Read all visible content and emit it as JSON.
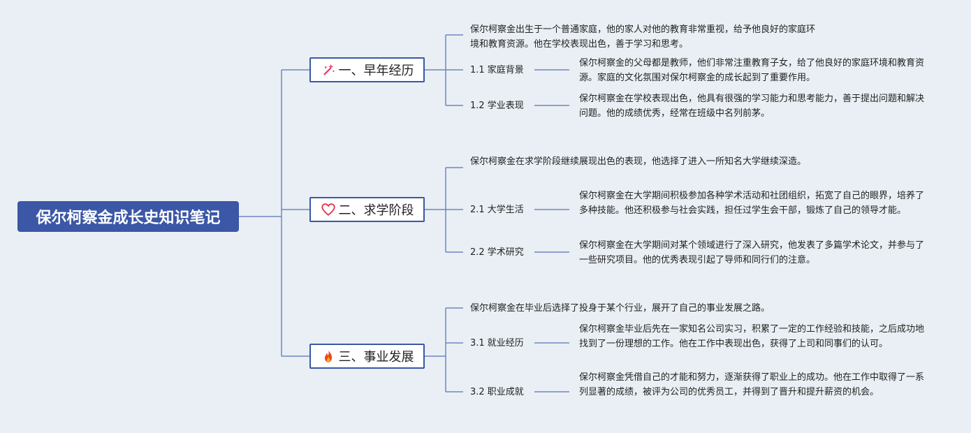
{
  "root": {
    "title": "保尔柯察金成长史知识笔记"
  },
  "branches": [
    {
      "title": "一、早年经历",
      "icon": "magic-wand-icon",
      "intro": "保尔柯察金出生于一个普通家庭，他的家人对他的教育非常重视，给予他良好的家庭环境和教育资源。他在学校表现出色，善于学习和思考。",
      "subs": [
        {
          "label": "1.1 家庭背景",
          "detail": "保尔柯察金的父母都是教师，他们非常注重教育子女，给了他良好的家庭环境和教育资源。家庭的文化氛围对保尔柯察金的成长起到了重要作用。"
        },
        {
          "label": "1.2 学业表现",
          "detail": "保尔柯察金在学校表现出色，他具有很强的学习能力和思考能力，善于提出问题和解决问题。他的成绩优秀，经常在班级中名列前茅。"
        }
      ]
    },
    {
      "title": "二、求学阶段",
      "icon": "heart-icon",
      "intro": "保尔柯察金在求学阶段继续展现出色的表现，他选择了进入一所知名大学继续深造。",
      "subs": [
        {
          "label": "2.1 大学生活",
          "detail": "保尔柯察金在大学期间积极参加各种学术活动和社团组织，拓宽了自己的眼界，培养了多种技能。他还积极参与社会实践，担任过学生会干部，锻炼了自己的领导才能。"
        },
        {
          "label": "2.2 学术研究",
          "detail": "保尔柯察金在大学期间对某个领域进行了深入研究，他发表了多篇学术论文，并参与了一些研究项目。他的优秀表现引起了导师和同行们的注意。"
        }
      ]
    },
    {
      "title": "三、事业发展",
      "icon": "fire-icon",
      "intro": "保尔柯察金在毕业后选择了投身于某个行业，展开了自己的事业发展之路。",
      "subs": [
        {
          "label": "3.1 就业经历",
          "detail": "保尔柯察金毕业后先在一家知名公司实习，积累了一定的工作经验和技能，之后成功地找到了一份理想的工作。他在工作中表现出色，获得了上司和同事们的认可。"
        },
        {
          "label": "3.2 职业成就",
          "detail": "保尔柯察金凭借自己的才能和努力，逐渐获得了职业上的成功。他在工作中取得了一系列显著的成绩，被评为公司的优秀员工，并得到了晋升和提升薪资的机会。"
        }
      ]
    }
  ],
  "colors": {
    "accent": "#3b57a6",
    "line": "#6f86c2",
    "background": "#e9eff4"
  }
}
